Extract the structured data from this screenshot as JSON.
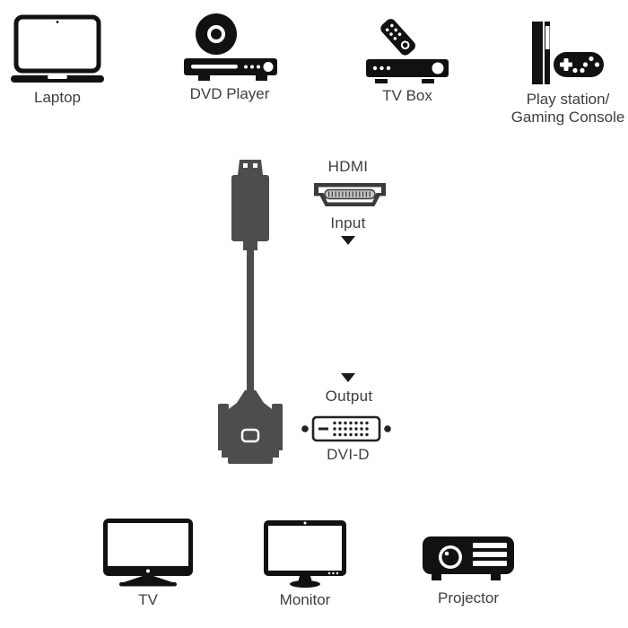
{
  "colors": {
    "background": "#ffffff",
    "icon_black": "#111111",
    "cable_gray": "#4d4d4f",
    "label_text": "#3e3e3e",
    "port_outline": "#3b3b3b"
  },
  "icons": [
    "laptop-icon",
    "dvd-player-icon",
    "tv-box-icon",
    "gaming-console-icon",
    "hdmi-cable-icon",
    "hdmi-port-icon",
    "dvi-port-icon",
    "arrow-down-icon",
    "tv-icon",
    "monitor-icon",
    "projector-icon"
  ],
  "sources": [
    {
      "name": "laptop",
      "icon": "laptop-icon",
      "label": "Laptop"
    },
    {
      "name": "dvd-player",
      "icon": "dvd-player-icon",
      "label": "DVD Player"
    },
    {
      "name": "tv-box",
      "icon": "tv-box-icon",
      "label": "TV Box"
    },
    {
      "name": "gaming-console",
      "icon": "gaming-console-icon",
      "label_line1": "Play station/",
      "label_line2": "Gaming Console"
    }
  ],
  "cable": {
    "input_port_name": "HDMI",
    "input_direction": "Input",
    "output_direction": "Output",
    "output_port_name": "DVI-D"
  },
  "displays": [
    {
      "name": "tv",
      "icon": "tv-icon",
      "label": "TV"
    },
    {
      "name": "monitor",
      "icon": "monitor-icon",
      "label": "Monitor"
    },
    {
      "name": "projector",
      "icon": "projector-icon",
      "label": "Projector"
    }
  ]
}
